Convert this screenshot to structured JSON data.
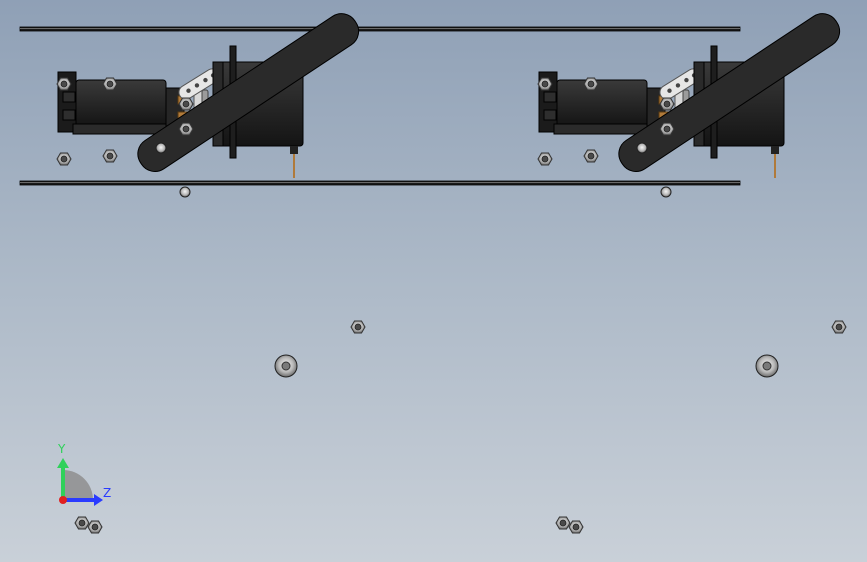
{
  "viewport": {
    "background_top": "#8fa0b6",
    "background_bottom": "#c9d0d8"
  },
  "model": {
    "assembly_count": 2,
    "components": [
      "servo-motor",
      "servo-motor",
      "servo-horn",
      "leg-link",
      "frame-rail",
      "hex-nut"
    ]
  },
  "triad": {
    "y_label": "Y",
    "z_label": "Z",
    "y_color": "#2fd15a",
    "z_color": "#2a3bff",
    "x_color": "#e02020"
  },
  "colors": {
    "servo_body": "#1e1e1e",
    "link": "#2a2a2a",
    "rail": "#1a1a1a",
    "metal": "#c8c8c8",
    "brass": "#b07a3a"
  }
}
